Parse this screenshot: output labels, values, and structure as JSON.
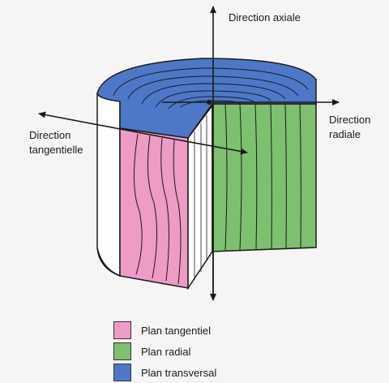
{
  "labels": {
    "axial": "Direction axiale",
    "radial_line1": "Direction",
    "radial_line2": "radiale",
    "tangential_line1": "Direction",
    "tangential_line2": "tangentielle"
  },
  "legend": [
    {
      "label": "Plan tangentiel",
      "color": "#ee9bc6"
    },
    {
      "label": "Plan radial",
      "color": "#7dc06f"
    },
    {
      "label": "Plan transversal",
      "color": "#4d78c8"
    }
  ],
  "colors": {
    "tangential": "#ee9bc6",
    "radial": "#7dc06f",
    "transversal": "#4d78c8",
    "bark": "#ffffff",
    "outline": "#1a1a1a"
  }
}
